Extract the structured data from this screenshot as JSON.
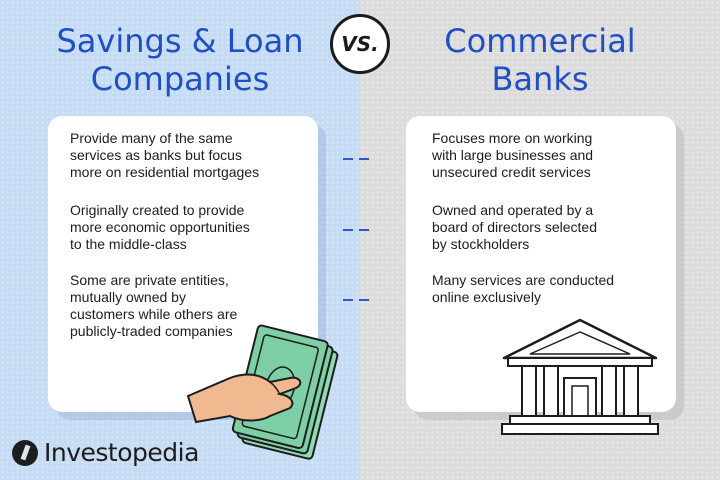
{
  "left": {
    "title_line1": "Savings & Loan",
    "title_line2": "Companies",
    "points": [
      [
        "Provide many of the same",
        "services as banks but focus",
        "more on residential mortgages"
      ],
      [
        "Originally created to provide",
        "more economic opportunities",
        "to the middle-class"
      ],
      [
        "Some are private entities,",
        "mutually owned by",
        "customers while others are",
        "publicly-traded companies"
      ]
    ]
  },
  "vs_label": "VS.",
  "right": {
    "title_line1": "Commercial",
    "title_line2": "Banks",
    "points": [
      [
        "Focuses more on working",
        "with large businesses and",
        "unsecured credit services"
      ],
      [
        "Owned and operated by a",
        "board of directors selected",
        "by stockholders"
      ],
      [
        "Many services are conducted",
        "online exclusively"
      ]
    ]
  },
  "brand": "Investopedia",
  "illustrations": {
    "left_icon": "hand-holding-cash-icon",
    "right_icon": "bank-building-icon"
  },
  "colors": {
    "title_blue": "#1f4fc4",
    "left_bg": "#c6dbf4",
    "right_bg": "#dcdcdc",
    "cash_green": "#7fcfa6"
  }
}
